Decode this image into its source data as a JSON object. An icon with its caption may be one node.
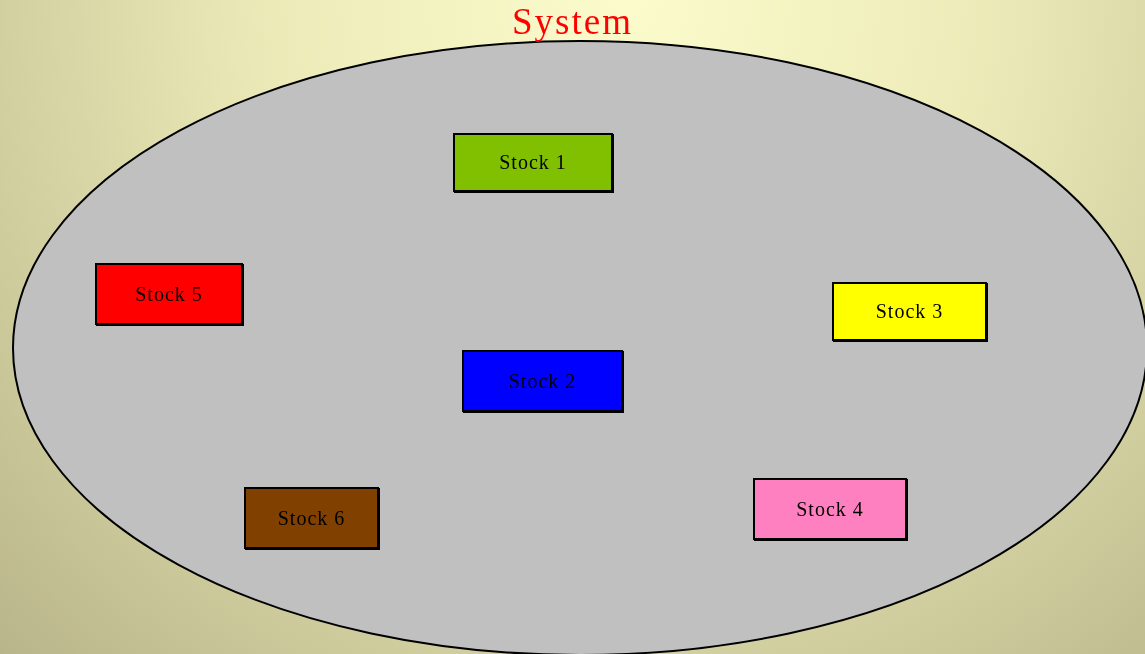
{
  "diagram": {
    "nodes": [
      {
        "text": [
          "System"
        ]
      },
      {
        "text": [
          "Stock 1"
        ],
        "in": 0
      },
      {
        "text": [
          "Stock 5"
        ],
        "in": 0
      },
      {
        "text": [
          "Stock 3"
        ],
        "in": 0
      },
      {
        "text": [
          "Stock 2"
        ],
        "in": 0
      },
      {
        "text": [
          "Stock 6"
        ],
        "in": 0
      },
      {
        "text": [
          "Stock 4"
        ],
        "in": 0
      }
    ],
    "edges": []
  }
}
